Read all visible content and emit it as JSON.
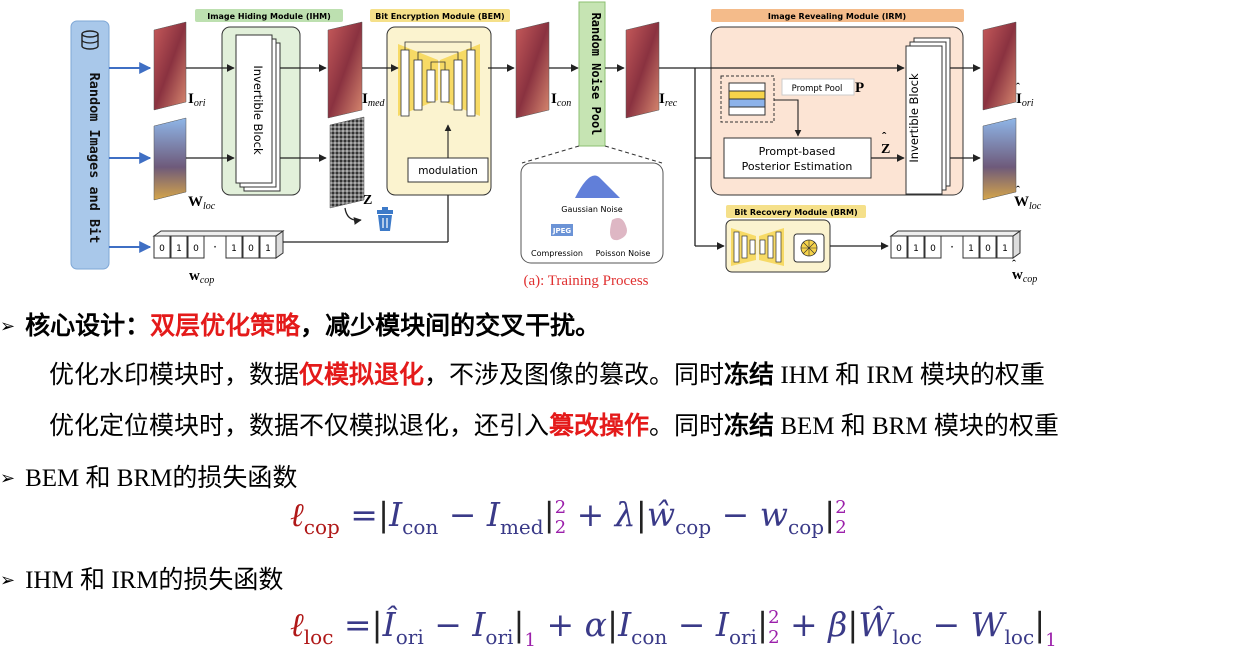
{
  "diagram": {
    "left_bar": "Random Images and Bit",
    "ihm_title": "Image Hiding Module (IHM)",
    "bem_title": "Bit Encryption Module (BEM)",
    "irm_title": "Image Revealing Module (IRM)",
    "brm_title": "Bit Recovery Module (BRM)",
    "noise_pool": "Random Noise Pool",
    "invertible_block": "Invertible Block",
    "modulation": "modulation",
    "prompt_pool": "Prompt Pool",
    "prompt_posterior_1": "Prompt-based",
    "prompt_posterior_2": "Posterior Estimation",
    "gaussian": "Gaussian Noise",
    "compression": "Compression",
    "jpeg": "JPEG",
    "poisson": "Poisson Noise",
    "caption": "(a): Training Process",
    "bits_left": [
      "0",
      "1",
      "0",
      "1",
      "0",
      "1"
    ],
    "bits_right": [
      "0",
      "1",
      "0",
      "1",
      "0",
      "1"
    ],
    "labels": {
      "I": "I",
      "ori": "ori",
      "med": "med",
      "con": "con",
      "rec": "rec",
      "W": "W",
      "loc": "loc",
      "w": "w",
      "cop": "cop",
      "Z": "Z",
      "P": "P"
    }
  },
  "text": {
    "bullet_marker": "➢",
    "b1_prefix": "核心设计：",
    "b1_red": "双层优化策略",
    "b1_suffix": "，减少模块间的交叉干扰。",
    "l2_a": "优化水印模块时，数据",
    "l2_red": "仅模拟退化",
    "l2_b": "，不涉及图像的篡改。同时",
    "l2_bold": "冻结",
    "l2_c": " IHM 和 IRM 模块的权重",
    "l3_a": "优化定位模块时，数据不仅模拟退化，还引入",
    "l3_red": "篡改操作",
    "l3_b": "。同时",
    "l3_bold": "冻结",
    "l3_c": " BEM 和 BRM 模块的权重",
    "b2": "BEM 和 BRM的损失函数",
    "b3": "IHM 和 IRM的损失函数"
  },
  "equations": {
    "ell": "ℓ",
    "cop": "cop",
    "loc": "loc",
    "con": "con",
    "med": "med",
    "ori": "ori",
    "I": "I",
    "w": "w",
    "w_hat": "ŵ",
    "W": "W",
    "W_hat": "Ŵ",
    "I_hat": "Î",
    "lambda": "λ",
    "alpha": "α",
    "beta": "β",
    "eq": "=",
    "minus": "−",
    "plus": "+",
    "bar": "|",
    "two": "2",
    "one": "1"
  }
}
